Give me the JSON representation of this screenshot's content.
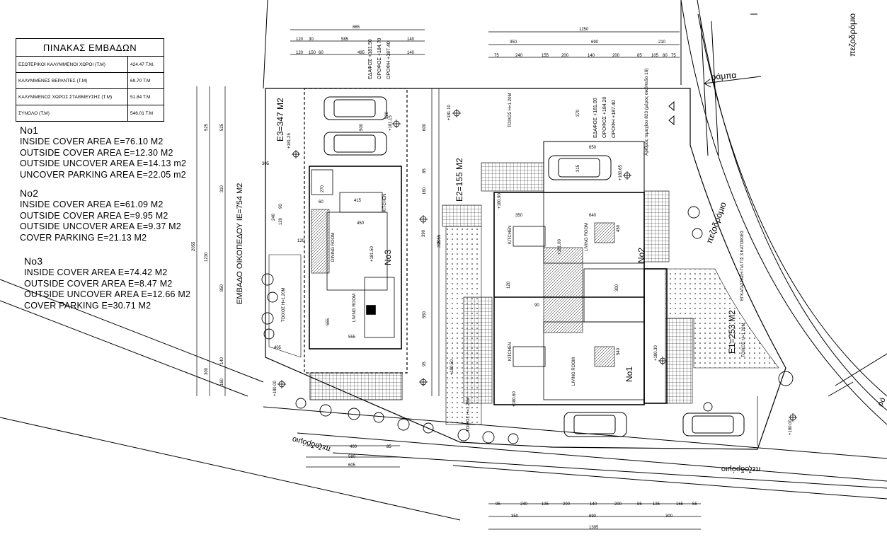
{
  "area_table": {
    "title": "ΠΙΝΑΚΑΣ ΕΜΒΑΔΩΝ",
    "rows": [
      {
        "label": "ΕΣΩΤΕΡΙΚΟΙ ΚΑΛΥΜΜΕΝΟΙ ΧΩΡΟΙ (Τ.Μ)",
        "value": "424.47 Τ.Μ."
      },
      {
        "label": "ΚΑΛΥΜΜΕΝΕΣ ΒΕΡΑΝΤΕΣ (Τ.Μ)",
        "value": "69.70 Τ.Μ"
      },
      {
        "label": "ΚΑΛΥΜΜΕΝΟΣ ΧΩΡΟΣ ΣΤΑΘΜΕΥΣΗΣ (Τ.Μ)",
        "value": "51.84 Τ.Μ"
      },
      {
        "label": "ΣΥΝΟΛΟ (Τ.Μ)",
        "value": "546.01 Τ.Μ"
      }
    ]
  },
  "units": [
    {
      "heading": "No1",
      "lines": [
        "INSIDE COVER AREA E=76.10 M2",
        "OUTSIDE COVER AREA E=12.30 M2",
        "OUTSIDE UNCOVER AREA E=14.13 m2",
        "UNCOVER PARKING AREA E=22.05 m2"
      ]
    },
    {
      "heading": "No2",
      "lines": [
        "INSIDE COVER AREA E=61.09 M2",
        "OUTSIDE COVER AREA E=9.95 M2",
        "OUTSIDE UNCOVER AREA E=9.37 M2",
        "COVER PARKING E=21.13 M2"
      ]
    },
    {
      "heading": "No3",
      "lines": [
        "INSIDE COVER AREA E=74.42 M2",
        "OUTSIDE COVER AREA E=8.47 M2",
        "OUTSIDE UNCOVER AREA E=12.66 M2",
        "COVER PARKING E=30.71 M2"
      ]
    }
  ],
  "plan_labels": {
    "plot_area": "ΕΜΒΑΔΟ ΟΙΚΟΠΕΔΟΥ IE=754 M2",
    "e3": "E3=347 M2",
    "e2": "E2=155 M2",
    "e1": "E1=253 M2",
    "unit_no1": "No1",
    "unit_no2": "No2",
    "unit_no3": "No3",
    "ramp": "ράμπα",
    "road_top": "πεζοδρόμιο",
    "road_right": "πεζοδρόμιο",
    "pavement_bottom_left": "πεζοδρόμιο",
    "pavement_bottom_right": "πεζοδρόμιο",
    "road_corner": "ρό",
    "living_room": "LIVING ROOM",
    "dining_room": "DINING ROOM",
    "kitchen": "KITCHEN",
    "wall_note": "ΤΟΙΧΟΣ Η=1.20Μ",
    "bins_note": "ΕΓΚΑΤΑΣΤΑΣΗ ΓΙΑ ΤΙΣ 3 ΚΑΤΟΙΚΙΕΣ",
    "parcel_note": "Αριθμός τεμαχίου 823 (μέρος οικόπεδο 16)",
    "levels_a": [
      "ΕΔΑΦΟΣ +181.50",
      "ΟΡΟΦΟΣ +184.70",
      "ΟΡΟΦΗ +187.40"
    ],
    "levels_b": [
      "ΕΔΑΦΟΣ +181.00",
      "ΟΡΟΦΟΣ +184.20",
      "ΟΡΟΦΗ +187.40"
    ],
    "spot_levels": [
      "+181.25",
      "+181.15",
      "+181.10",
      "+180.65",
      "+181.50",
      "+181.00",
      "+180.90",
      "+180.00",
      "+180.50",
      "+180.60",
      "+180.30",
      "+180.00"
    ]
  },
  "dimensions": {
    "top_left": [
      "865",
      "120",
      "585",
      "140",
      "120",
      "150",
      "495",
      "140",
      "30",
      "60"
    ],
    "top_right": [
      "1250",
      "350",
      "690",
      "210",
      "75",
      "240",
      "155",
      "200",
      "140",
      "200",
      "85",
      "105",
      "80",
      "75"
    ],
    "left_vertical": [
      "2055",
      "525",
      "1230",
      "300",
      "525",
      "310",
      "850",
      "140",
      "160",
      "240",
      "120",
      "90",
      "120"
    ],
    "left_horizontal": [
      "305",
      "405",
      "450",
      "555",
      "415",
      "270",
      "60"
    ],
    "middle": [
      "390",
      "555",
      "550",
      "160",
      "95",
      "85",
      "395",
      "2055",
      "600",
      "500",
      "520"
    ],
    "right": [
      "640",
      "450",
      "540",
      "315",
      "350",
      "300",
      "650",
      "370",
      "120",
      "90"
    ],
    "bottom_left": [
      "400",
      "85",
      "580",
      "605"
    ],
    "bottom_right": [
      "95",
      "240",
      "135",
      "200",
      "140",
      "200",
      "85",
      "135",
      "165",
      "55",
      "350",
      "690",
      "300",
      "1395"
    ]
  }
}
